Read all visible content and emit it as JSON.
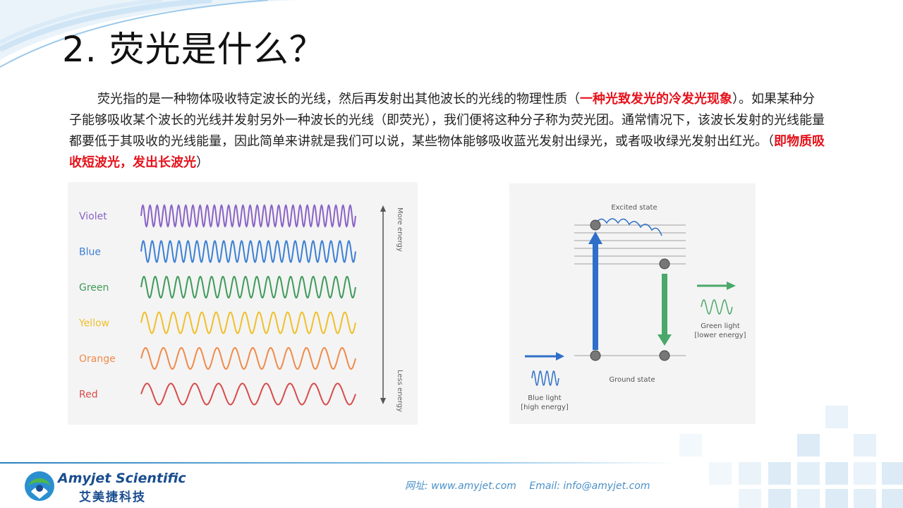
{
  "slide": {
    "title": "2. 荧光是什么？",
    "paragraph": {
      "part1": "荧光指的是一种物体吸收特定波长的光线，然后再发射出其他波长的光线的物理性质（",
      "highlight1": "一种光致发光的冷发光现象",
      "part2": "）。如果某种分子能够吸收某个波长的光线并发射另外一种波长的光线（即荧光），我们便将这种分子称为荧光团。通常情况下，该波长发射的光线能量都要低于其吸收的光线能量，因此简单来讲就是我们可以说，某些物体能够吸收蓝光发射出绿光，或者吸收绿光发射出红光。（",
      "highlight2": "即物质吸收短波光，发出长波光",
      "part3": "）"
    }
  },
  "spectrum_figure": {
    "waves": [
      {
        "label": "Violet",
        "color": "#8a63c6",
        "cycles": 30
      },
      {
        "label": "Blue",
        "color": "#3b7fd4",
        "cycles": 24
      },
      {
        "label": "Green",
        "color": "#3f9a5a",
        "cycles": 19
      },
      {
        "label": "Yellow",
        "color": "#f0bf2a",
        "cycles": 15
      },
      {
        "label": "Orange",
        "color": "#f08a4a",
        "cycles": 12
      },
      {
        "label": "Red",
        "color": "#d94b4b",
        "cycles": 9
      }
    ],
    "more_energy": "More energy",
    "less_energy": "Less energy"
  },
  "jablonski_figure": {
    "excited_state": "Excited state",
    "ground_state": "Ground state",
    "blue_light_line1": "Blue light",
    "blue_light_line2": "[high energy]",
    "green_light_line1": "Green light",
    "green_light_line2": "[lower energy]",
    "blue_color": "#2f6fc9",
    "green_color": "#4aa86a"
  },
  "footer": {
    "logo_en": "Amyjet Scientific",
    "logo_cn": "艾美捷科技",
    "website": "网址: www.amyjet.com",
    "email": "Email: info@amyjet.com"
  }
}
